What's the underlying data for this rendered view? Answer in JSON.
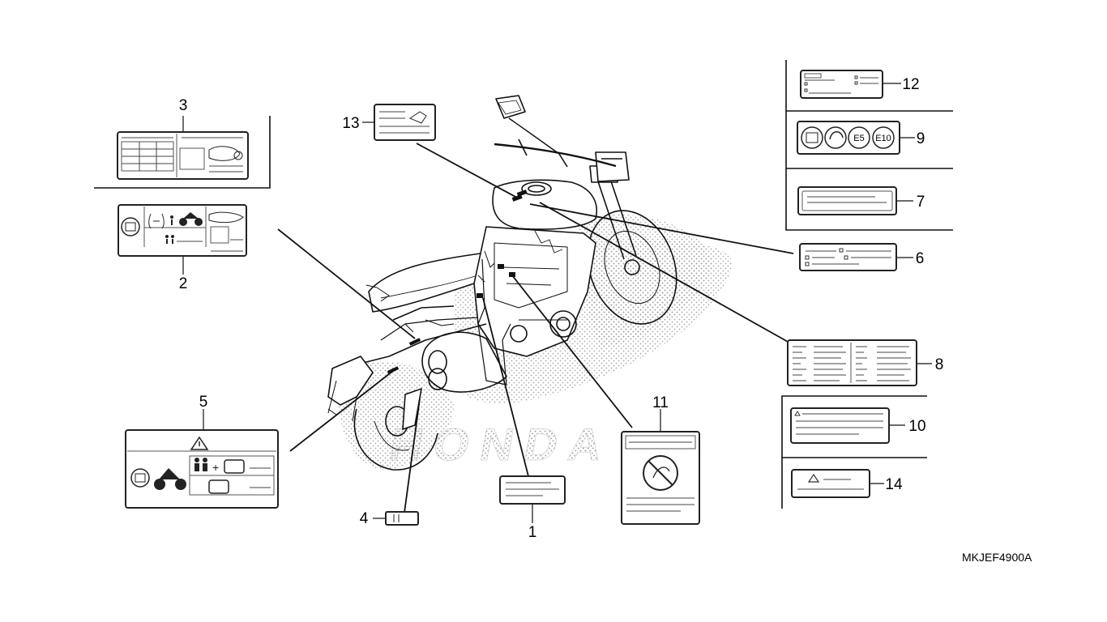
{
  "diagram": {
    "part_code": "MKJEF4900A",
    "callouts": [
      "1",
      "2",
      "3",
      "4",
      "5",
      "6",
      "7",
      "8",
      "9",
      "10",
      "11",
      "12",
      "13",
      "14"
    ],
    "fuel_badges": [
      "E5",
      "E10"
    ],
    "watermark": "HONDA"
  }
}
